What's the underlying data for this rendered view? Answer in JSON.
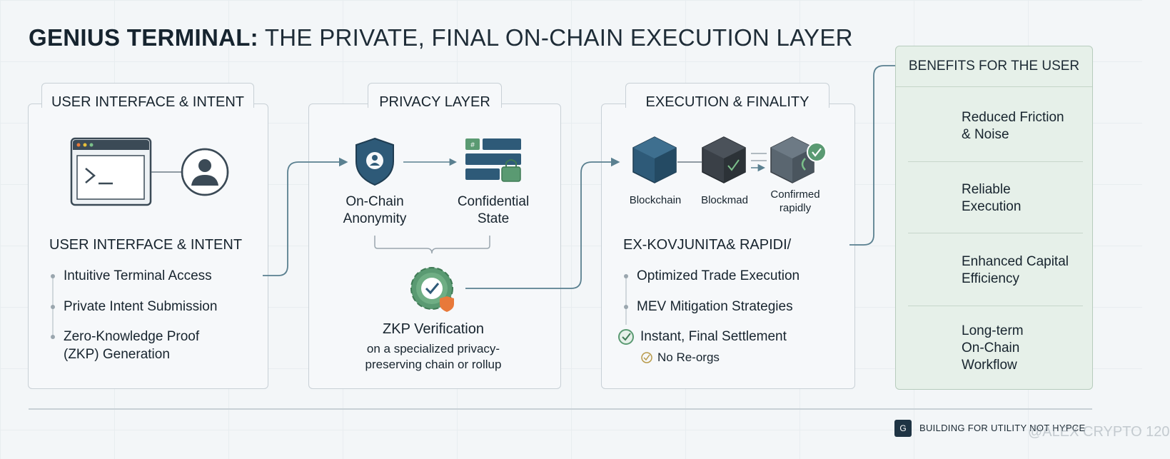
{
  "title": {
    "bold": "GENIUS TERMINAL:",
    "rest": " THE PRIVATE, FINAL ON-CHAIN EXECUTION LAYER"
  },
  "panel1": {
    "header": "USER INTERFACE & INTENT",
    "subheader": "USER INTERFACE & INTENT",
    "items": [
      "Intuitive Terminal Access",
      "Private Intent Submission",
      "Zero-Knowledge Proof",
      "(ZKP) Generation"
    ]
  },
  "panel2": {
    "header": "PRIVACY LAYER",
    "left_label": [
      "On-Chain",
      "Anonymity"
    ],
    "right_label": [
      "Confidential",
      "State"
    ],
    "zkp_title": "ZKP Verification",
    "zkp_desc": [
      "on a specialized privacy-",
      "preserving chain or rollup"
    ]
  },
  "panel3": {
    "header": "EXECUTION & FINALITY",
    "cube_labels": [
      "Blockchain",
      "Blockmad",
      "Confirmed",
      "rapidly"
    ],
    "subheader": "EX-KOVJUNITA& RAPIDI/",
    "items": [
      "Optimized Trade Execution",
      "MEV Mitigation Strategies",
      "Instant, Final Settlement",
      "No Re-orgs"
    ]
  },
  "benefits": {
    "header": "BENEFITS FOR THE USER",
    "items": [
      {
        "lines": [
          "Reduced Friction",
          "& Noise"
        ],
        "icon": "chart-icon"
      },
      {
        "lines": [
          "Reliable",
          "Execution"
        ],
        "icon": "wrench-icon"
      },
      {
        "lines": [
          "Enhanced Capital",
          "Efficiency"
        ],
        "icon": "coins-icon"
      },
      {
        "lines": [
          "Long-term",
          "On-Chain",
          "Workflow"
        ],
        "icon": "link-icon"
      }
    ]
  },
  "footer": {
    "logo": "G",
    "text": "BUILDING FOR UTILITY NOT HYPCE",
    "watermark": "@ALEX CRYPTO 120"
  },
  "colors": {
    "navy": "#2e5a78",
    "dark": "#3a4047",
    "green": "#5a9a72",
    "accent": "#e8793a",
    "line": "#5a8090"
  }
}
